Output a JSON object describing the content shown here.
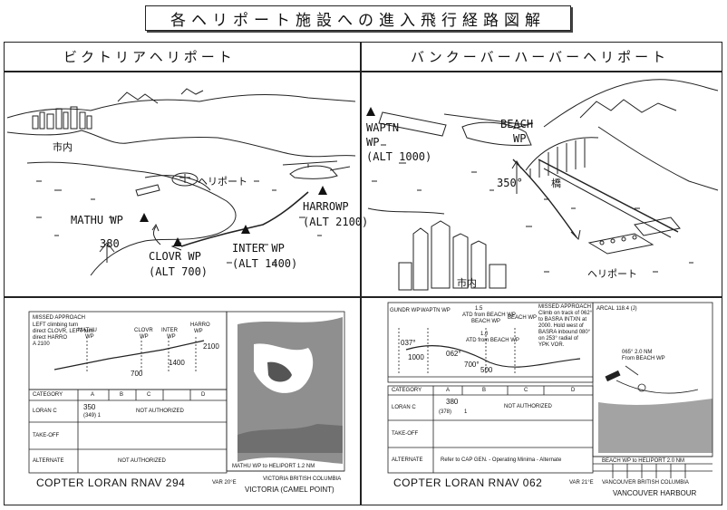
{
  "title": "各ヘリポート施設への進入飛行経路図解",
  "left": {
    "heading": "ビクトリアヘリポート",
    "labels": {
      "shinai": "市内",
      "heliport": "ヘリポート",
      "mathu": "MATHU WP",
      "clovr": "CLOVR WP",
      "clovr_alt": "(ALT 700)",
      "inter": "INTER WP",
      "inter_alt": "(ALT 1400)",
      "harro": "HARROWP",
      "harro_alt": "(ALT 2100)",
      "hdg": "380"
    },
    "chart": {
      "missed": "MISSED APPROACH",
      "missed_lines": [
        "LEFT climbing turn",
        "direct CLOVR, LEFT turn",
        "direct HARRO",
        "A 2100"
      ],
      "wps": [
        "MATHU",
        "CLOVR",
        "INTER",
        "HARRO"
      ],
      "wps_sub": [
        "WP",
        "WP",
        "WP",
        "WP"
      ],
      "alts": [
        "700",
        "1400",
        "2100"
      ],
      "category": "CATEGORY",
      "cats": [
        "A",
        "B",
        "C",
        "D"
      ],
      "loran_c": "LORAN C",
      "loran_val": "350",
      "loran_sub": "(349) 1",
      "not_auth": "NOT AUTHORIZED",
      "takeoff": "TAKE-OFF",
      "alternate": "ALTERNATE",
      "alt_not_auth": "NOT AUTHORIZED",
      "caption": "COPTER LORAN RNAV 294",
      "var": "VAR 20°E",
      "place1": "VICTORIA BRITISH COLUMBIA",
      "place2": "VICTORIA (CAMEL POINT)",
      "map_note": "MATHU WP to HELIPORT 1.2 NM"
    }
  },
  "right": {
    "heading": "バンクーバーハーバーヘリポート",
    "labels": {
      "waptn": "WAPTN",
      "waptn_wp": "WP",
      "waptn_alt": "(ALT 1000)",
      "beach": "BEACH",
      "beach_wp": "WP",
      "hdg": "350°",
      "bridge": "橋",
      "shinai": "市内",
      "heliport": "ヘリポート"
    },
    "chart": {
      "wps": [
        "GUNDR WP",
        "WAPTN WP",
        "BEACH WP",
        "BEACH WP"
      ],
      "alts": [
        "037°",
        "1000",
        "062°",
        "700°",
        "500"
      ],
      "dist1": "1.5",
      "dist2": "ATD from BEACH WP",
      "dist3": "1.0",
      "dist4": "ATD from BEACH WP",
      "missed": "MISSED APPROACH",
      "missed_lines": [
        "Climb on track of 062°",
        "to BASRA INTXN at",
        "2000. Hold west of",
        "BASRA inbound 080°",
        "on 253° radial of",
        "YPK VOR."
      ],
      "arcal": "ARCAL 118.4 (J)",
      "map_note1": "065° 2.0 NM",
      "map_note2": "From BEACH WP",
      "category": "CATEGORY",
      "cats": [
        "A",
        "B",
        "C",
        "D"
      ],
      "loran_c": "LORAN C",
      "loran_val": "380",
      "loran_sub": "(378)",
      "loran_sub2": "1",
      "not_auth": "NOT AUTHORIZED",
      "takeoff": "TAKE-OFF",
      "alternate": "ALTERNATE",
      "alt_text": "Refer to CAP GEN. - Operating Minima - Alternate",
      "caption": "COPTER LORAN RNAV 062",
      "var": "VAR 21°E",
      "place1": "VANCOUVER BRITISH COLUMBIA",
      "place2": "VANCOUVER HARBOUR",
      "map_note": "BEACH WP to HELIPORT 2.0 NM"
    }
  }
}
